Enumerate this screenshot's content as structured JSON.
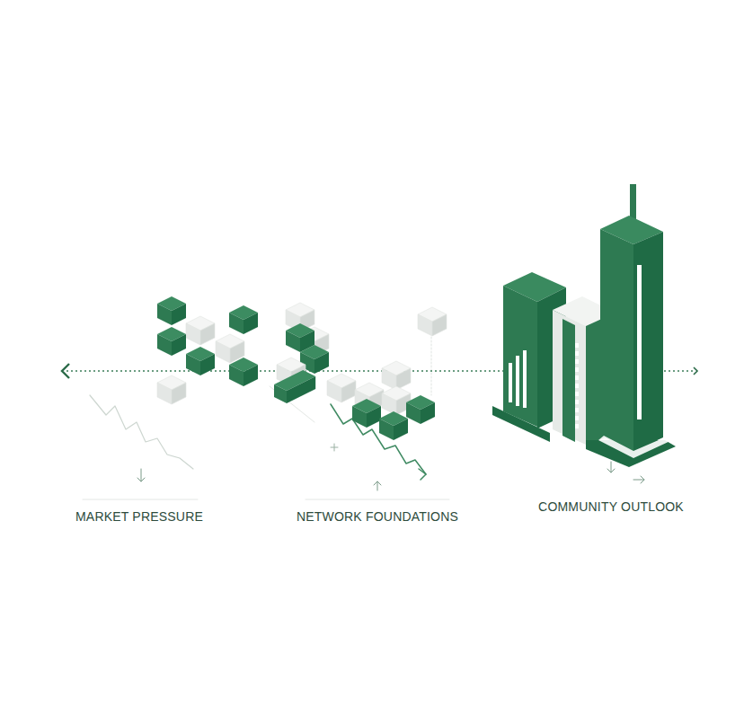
{
  "diagram": {
    "labels": [
      "MARKET PRESSURE",
      "NETWORK FOUNDATIONS",
      "COMMUNITY OUTLOOK"
    ]
  }
}
